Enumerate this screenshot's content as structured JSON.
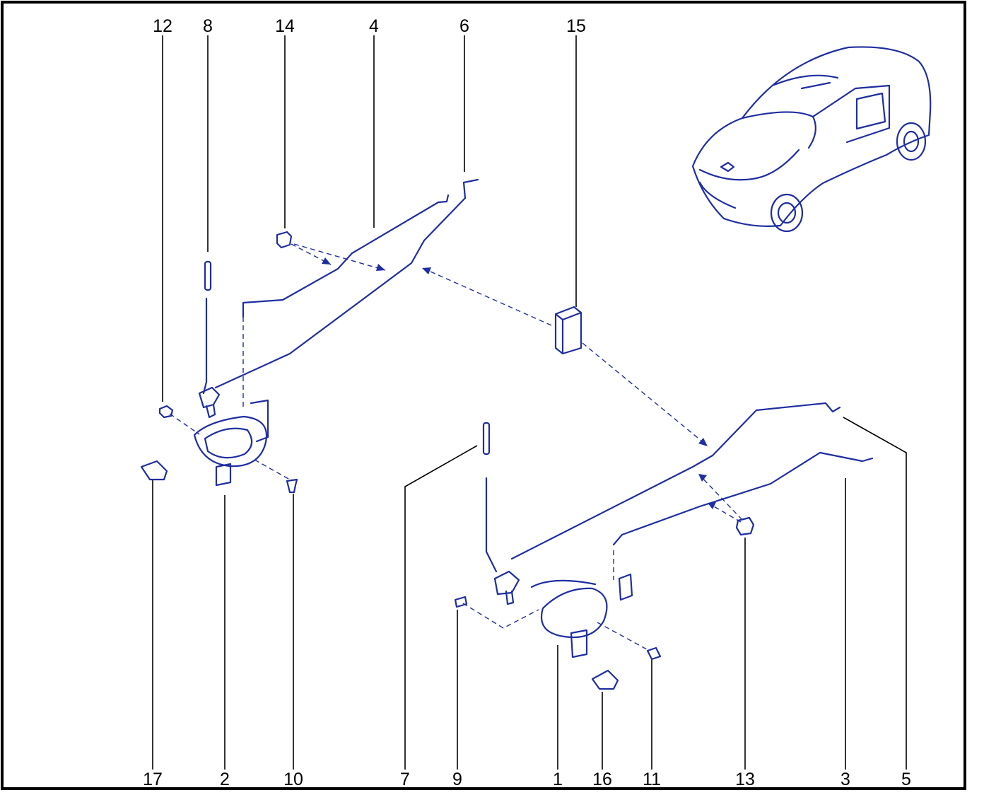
{
  "diagram": {
    "top_labels": [
      {
        "id": "12",
        "text": "12"
      },
      {
        "id": "8",
        "text": "8"
      },
      {
        "id": "14",
        "text": "14"
      },
      {
        "id": "4",
        "text": "4"
      },
      {
        "id": "6",
        "text": "6"
      },
      {
        "id": "15",
        "text": "15"
      }
    ],
    "bottom_labels": [
      {
        "id": "17",
        "text": "17"
      },
      {
        "id": "2",
        "text": "2"
      },
      {
        "id": "10",
        "text": "10"
      },
      {
        "id": "7",
        "text": "7"
      },
      {
        "id": "9",
        "text": "9"
      },
      {
        "id": "1",
        "text": "1"
      },
      {
        "id": "16",
        "text": "16"
      },
      {
        "id": "11",
        "text": "11"
      },
      {
        "id": "13",
        "text": "13"
      },
      {
        "id": "3",
        "text": "3"
      },
      {
        "id": "5",
        "text": "5"
      }
    ],
    "colors": {
      "frame": "#000000",
      "parts": "#1f2ea0",
      "leaders": "#000000"
    }
  }
}
